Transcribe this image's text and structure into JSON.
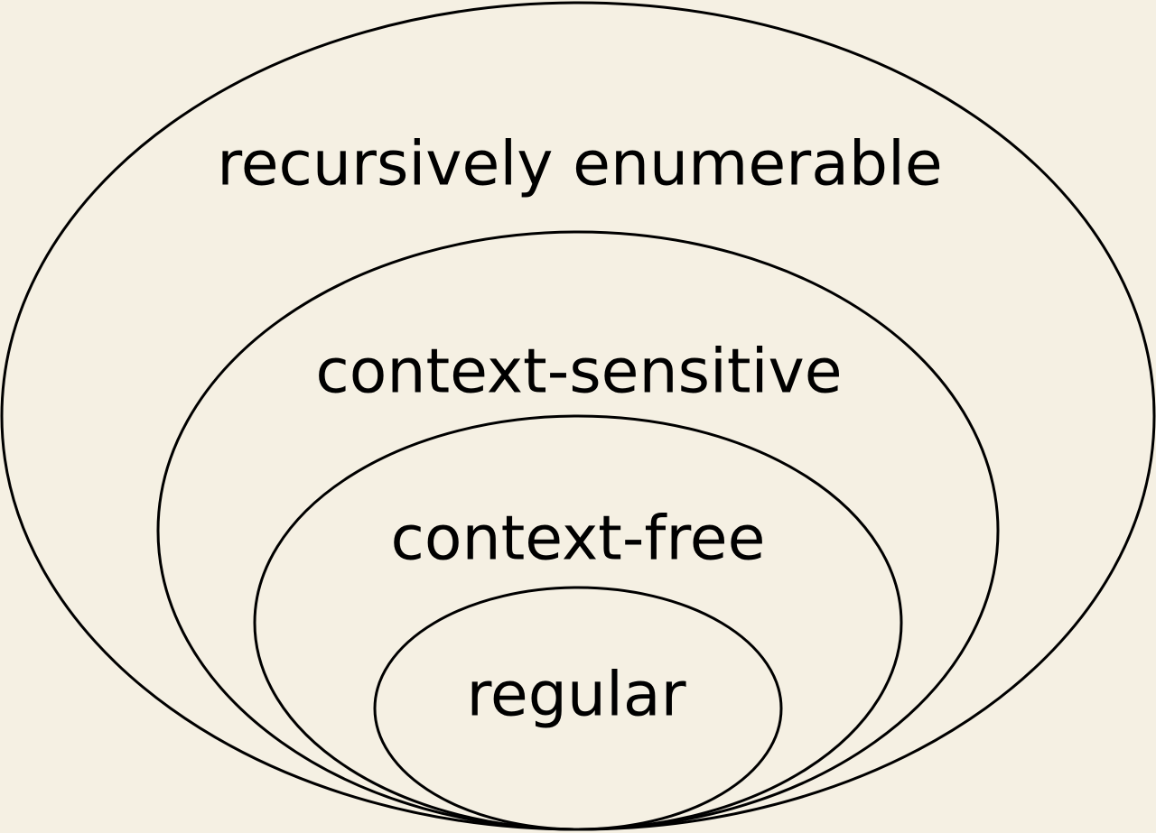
{
  "diagram": {
    "background": "#f5f0e3",
    "line_color": "#000000",
    "sets": [
      {
        "label": "recursively enumerable"
      },
      {
        "label": "context-sensitive"
      },
      {
        "label": "context-free"
      },
      {
        "label": "regular"
      }
    ]
  }
}
